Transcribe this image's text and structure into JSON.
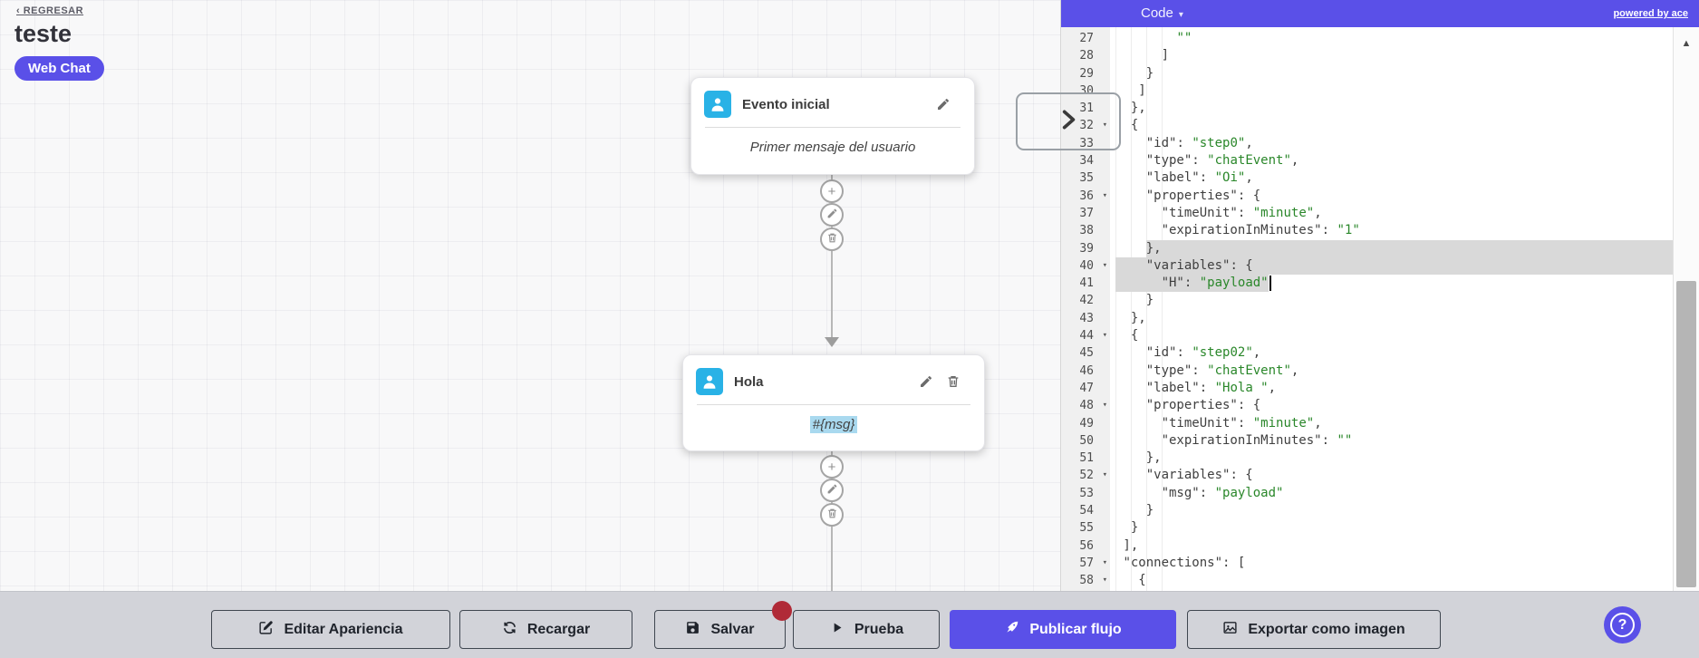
{
  "colors": {
    "accent": "#5a50e8",
    "node_icon": "#29b2e6",
    "code_string": "#2a872a",
    "selection": "#d9d9d9",
    "danger": "#b02a37",
    "highlight": "#a9d9ef"
  },
  "header": {
    "back": "‹ REGRESAR",
    "title": "teste",
    "badge": "Web Chat"
  },
  "nodes": [
    {
      "title": "Evento inicial",
      "body": "Primer mensaje del usuario"
    },
    {
      "title": "Hola",
      "body": "#{msg}"
    }
  ],
  "code_panel": {
    "mode_label": "Code",
    "powered": "powered by ace",
    "lines": [
      {
        "n": 27,
        "text": "        \"\""
      },
      {
        "n": 28,
        "text": "      ]"
      },
      {
        "n": 29,
        "text": "    }"
      },
      {
        "n": 30,
        "text": "   ]"
      },
      {
        "n": 31,
        "text": "  },"
      },
      {
        "n": 32,
        "fold": true,
        "text": "  {"
      },
      {
        "n": 33,
        "text": "    \"id\": \"step0\","
      },
      {
        "n": 34,
        "text": "    \"type\": \"chatEvent\","
      },
      {
        "n": 35,
        "text": "    \"label\": \"Oi\","
      },
      {
        "n": 36,
        "fold": true,
        "text": "    \"properties\": {"
      },
      {
        "n": 37,
        "text": "      \"timeUnit\": \"minute\","
      },
      {
        "n": 38,
        "text": "      \"expirationInMinutes\": \"1\""
      },
      {
        "n": 39,
        "text": "    },",
        "sel": [
          4,
          "line"
        ]
      },
      {
        "n": 40,
        "fold": true,
        "text": "    \"variables\": {",
        "sel": [
          0,
          "line"
        ]
      },
      {
        "n": 41,
        "text": "      \"H\": \"payload\"",
        "sel": [
          0,
          "text"
        ],
        "cursor": true
      },
      {
        "n": 42,
        "text": "    }"
      },
      {
        "n": 43,
        "text": "  },"
      },
      {
        "n": 44,
        "fold": true,
        "text": "  {"
      },
      {
        "n": 45,
        "text": "    \"id\": \"step02\","
      },
      {
        "n": 46,
        "text": "    \"type\": \"chatEvent\","
      },
      {
        "n": 47,
        "text": "    \"label\": \"Hola \","
      },
      {
        "n": 48,
        "fold": true,
        "text": "    \"properties\": {"
      },
      {
        "n": 49,
        "text": "      \"timeUnit\": \"minute\","
      },
      {
        "n": 50,
        "text": "      \"expirationInMinutes\": \"\""
      },
      {
        "n": 51,
        "text": "    },"
      },
      {
        "n": 52,
        "fold": true,
        "text": "    \"variables\": {"
      },
      {
        "n": 53,
        "text": "      \"msg\": \"payload\""
      },
      {
        "n": 54,
        "text": "    }"
      },
      {
        "n": 55,
        "text": "  }"
      },
      {
        "n": 56,
        "text": " ],"
      },
      {
        "n": 57,
        "fold": true,
        "text": " \"connections\": ["
      },
      {
        "n": 58,
        "fold": true,
        "text": "   {"
      }
    ]
  },
  "toolbar": {
    "buttons": [
      {
        "label": "Editar Apariencia",
        "icon": "edit-icon"
      },
      {
        "label": "Recargar",
        "icon": "refresh-icon"
      },
      {
        "label": "Salvar",
        "icon": "save-icon"
      },
      {
        "label": "Prueba",
        "icon": "play-icon"
      },
      {
        "label": "Publicar flujo",
        "icon": "rocket-icon"
      },
      {
        "label": "Exportar como imagen",
        "icon": "image-icon"
      }
    ]
  },
  "help": {
    "label": "?"
  }
}
